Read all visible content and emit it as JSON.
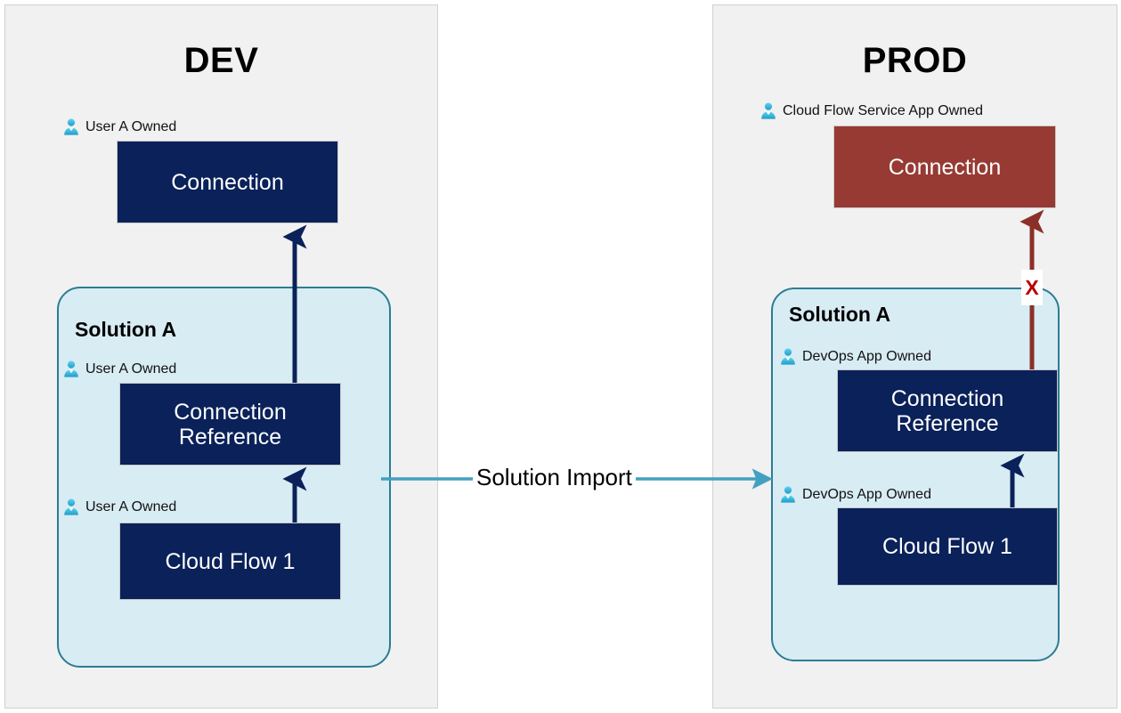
{
  "diagram": {
    "title_dev": "DEV",
    "title_prod": "PROD",
    "import_label": "Solution Import",
    "blocked_marker": "X",
    "colors": {
      "panel_background": "#f1f1f1",
      "panel_border": "#d0d0d0",
      "solution_fill": "#d8ecf3",
      "solution_border": "#2b7d94",
      "component_navy": "#0a2159",
      "component_red": "#963a33",
      "arrow_navy": "#0a2159",
      "arrow_red": "#8b3028",
      "arrow_import": "#43a0c0",
      "blocked_x": "#b80000",
      "owner_icon": "#41bde6"
    }
  },
  "dev": {
    "title": "DEV",
    "solution": {
      "label": "Solution A"
    },
    "connection": {
      "owner": "User A Owned",
      "label": "Connection",
      "icon": "user-icon"
    },
    "connection_reference": {
      "owner": "User A Owned",
      "label": "Connection Reference",
      "icon": "user-icon"
    },
    "cloud_flow": {
      "owner": "User A Owned",
      "label": "Cloud Flow 1",
      "icon": "user-icon"
    }
  },
  "prod": {
    "title": "PROD",
    "solution": {
      "label": "Solution A"
    },
    "connection": {
      "owner": "Cloud Flow Service App Owned",
      "label": "Connection",
      "icon": "user-icon"
    },
    "connection_reference": {
      "owner": "DevOps App Owned",
      "label": "Connection Reference",
      "icon": "user-icon"
    },
    "cloud_flow": {
      "owner": "DevOps App Owned",
      "label": "Cloud Flow 1",
      "icon": "user-icon"
    }
  }
}
